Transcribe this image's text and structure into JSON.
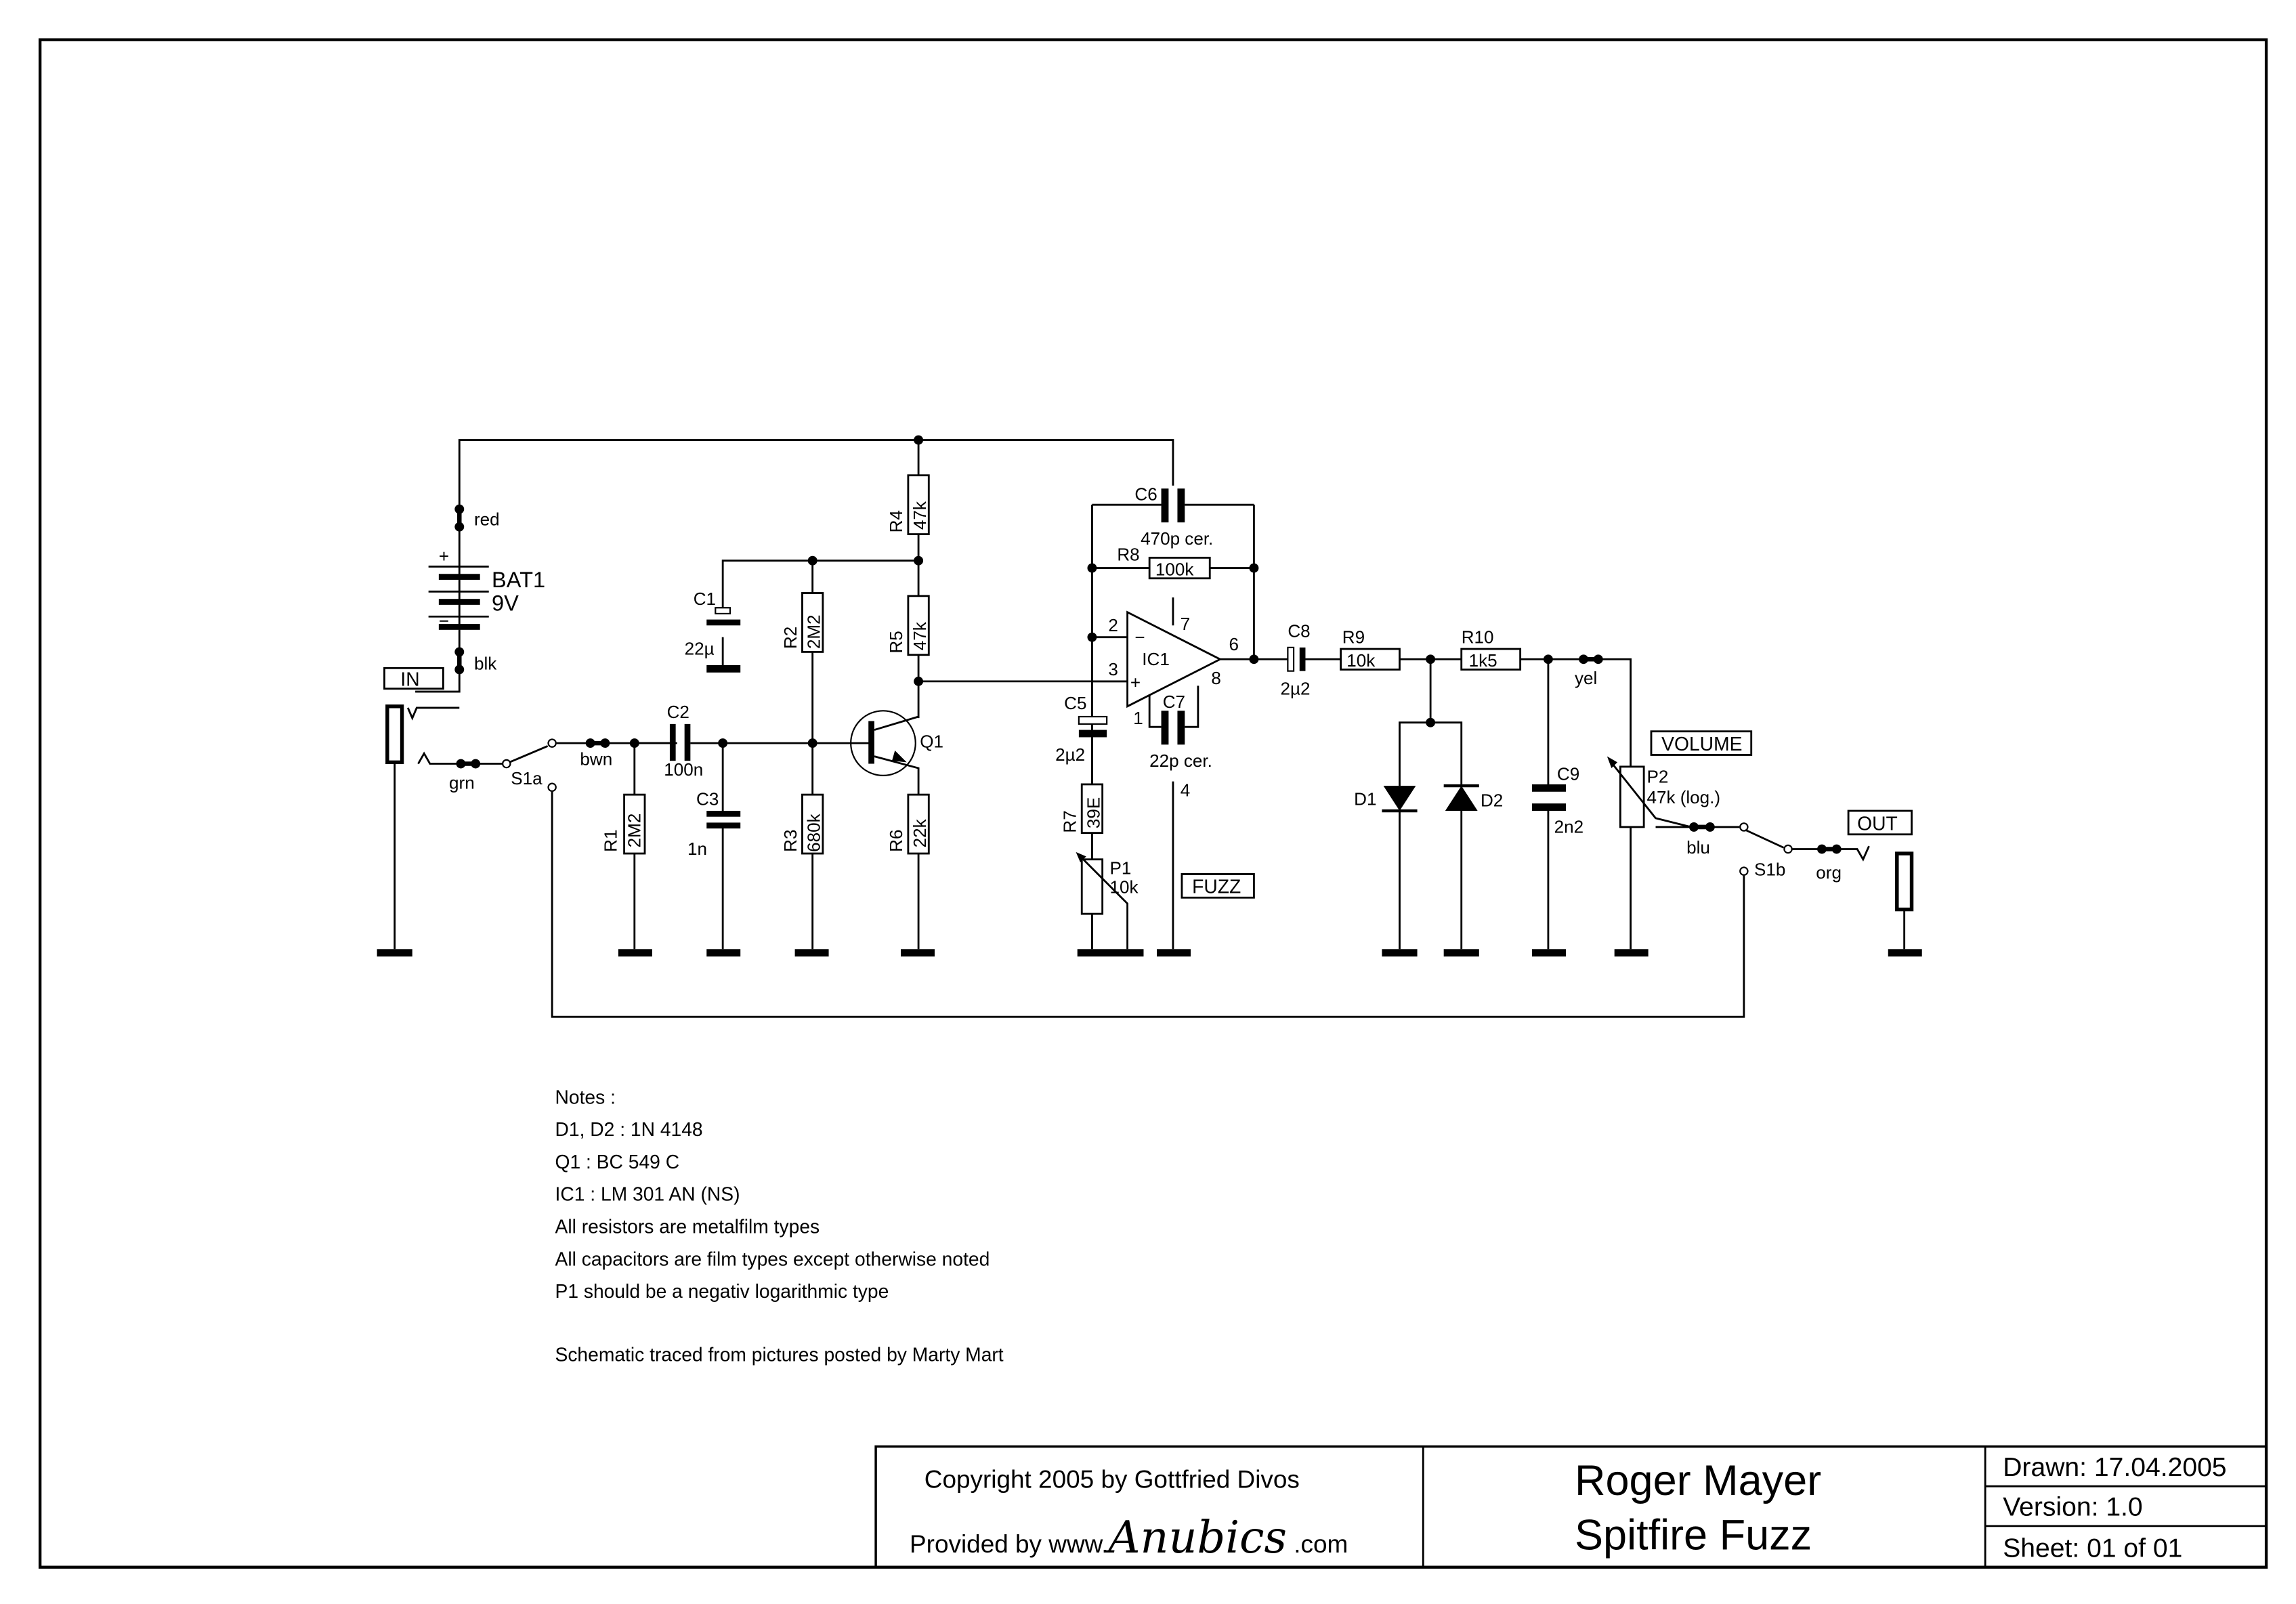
{
  "schematic": {
    "components": {
      "BAT1": {
        "ref": "BAT1",
        "value": "9V",
        "plus": "+",
        "minus": "−"
      },
      "R1": {
        "ref": "R1",
        "value": "2M2"
      },
      "R2": {
        "ref": "R2",
        "value": "2M2"
      },
      "R3": {
        "ref": "R3",
        "value": "680k"
      },
      "R4": {
        "ref": "R4",
        "value": "47k"
      },
      "R5": {
        "ref": "R5",
        "value": "47k"
      },
      "R6": {
        "ref": "R6",
        "value": "22k"
      },
      "R7": {
        "ref": "R7",
        "value": "39E"
      },
      "R8": {
        "ref": "R8",
        "value": "100k"
      },
      "R9": {
        "ref": "R9",
        "value": "10k"
      },
      "R10": {
        "ref": "R10",
        "value": "1k5"
      },
      "C1": {
        "ref": "C1",
        "value": "22µ"
      },
      "C2": {
        "ref": "C2",
        "value": "100n"
      },
      "C3": {
        "ref": "C3",
        "value": "1n"
      },
      "C5": {
        "ref": "C5",
        "value": "2µ2"
      },
      "C6": {
        "ref": "C6",
        "value": "470p cer."
      },
      "C7": {
        "ref": "C7",
        "value": "22p cer."
      },
      "C8": {
        "ref": "C8",
        "value": "2µ2"
      },
      "C9": {
        "ref": "C9",
        "value": "2n2"
      },
      "D1": {
        "ref": "D1"
      },
      "D2": {
        "ref": "D2"
      },
      "Q1": {
        "ref": "Q1"
      },
      "IC1": {
        "ref": "IC1",
        "pins": {
          "p1": "1",
          "p2": "2",
          "p3": "3",
          "p4": "4",
          "p6": "6",
          "p7": "7",
          "p8": "8"
        },
        "minus": "−",
        "plus": "+"
      },
      "P1": {
        "ref": "P1",
        "value": "10k"
      },
      "P2": {
        "ref": "P2",
        "value": "47k (log.)"
      },
      "S1a": {
        "ref": "S1a"
      },
      "S1b": {
        "ref": "S1b"
      }
    },
    "wire_labels": {
      "red": "red",
      "blk": "blk",
      "grn": "grn",
      "bwn": "bwn",
      "yel": "yel",
      "blu": "blu",
      "org": "org"
    },
    "panel_labels": {
      "in": "IN",
      "out": "OUT",
      "fuzz": "FUZZ",
      "volume": "VOLUME"
    }
  },
  "notes": {
    "heading": "Notes :",
    "lines": [
      "D1, D2 :  1N 4148",
      "Q1 :  BC 549 C",
      "IC1 :  LM 301 AN  (NS)",
      "All resistors are metalfilm types",
      "All capacitors are film types except otherwise noted",
      "P1 should be a negativ logarithmic type"
    ],
    "credit": "Schematic traced from pictures posted by Marty Mart"
  },
  "title_block": {
    "copyright": "Copyright 2005 by Gottfried Divos",
    "provided_prefix": "Provided by  www.",
    "provided_brand": "Anubics",
    "provided_suffix": " .com",
    "title_line1": "Roger Mayer",
    "title_line2": "Spitfire Fuzz",
    "drawn": "Drawn:  17.04.2005",
    "version": "Version:  1.0",
    "sheet": "Sheet:  01  of  01"
  }
}
